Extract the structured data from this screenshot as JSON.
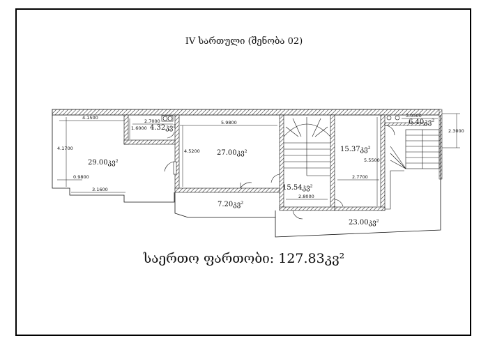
{
  "title": "IV  სართული     (შენობა 02)",
  "total_area": "საერთო ფართობი:  127.83კვ²",
  "rooms": [
    {
      "id": "r1",
      "area": "29.00კვ²"
    },
    {
      "id": "r2",
      "area": "4.32კვ²"
    },
    {
      "id": "r3",
      "area": "27.00კვ²"
    },
    {
      "id": "r4",
      "area": "15.37კვ²"
    },
    {
      "id": "r5",
      "area": "6.40კვ²"
    },
    {
      "id": "r6",
      "area": "15.54კვ²"
    },
    {
      "id": "r7",
      "area": "7.20კვ²"
    },
    {
      "id": "r8",
      "area": "23.00კვ²"
    }
  ],
  "dimensions": {
    "d1": "4.1500",
    "d2": "2.7000",
    "d3": "1.6000",
    "d4": "5.9800",
    "d5": "4.1700",
    "d6": "0.9800",
    "d7": "3.1600",
    "d8": "4.5200",
    "d9": "2.8000",
    "d10": "2.7700",
    "d11": "5.5500",
    "d12": "3.0500",
    "d13": "2.3000"
  },
  "colors": {
    "line": "#111111",
    "hatch": "#333333"
  }
}
